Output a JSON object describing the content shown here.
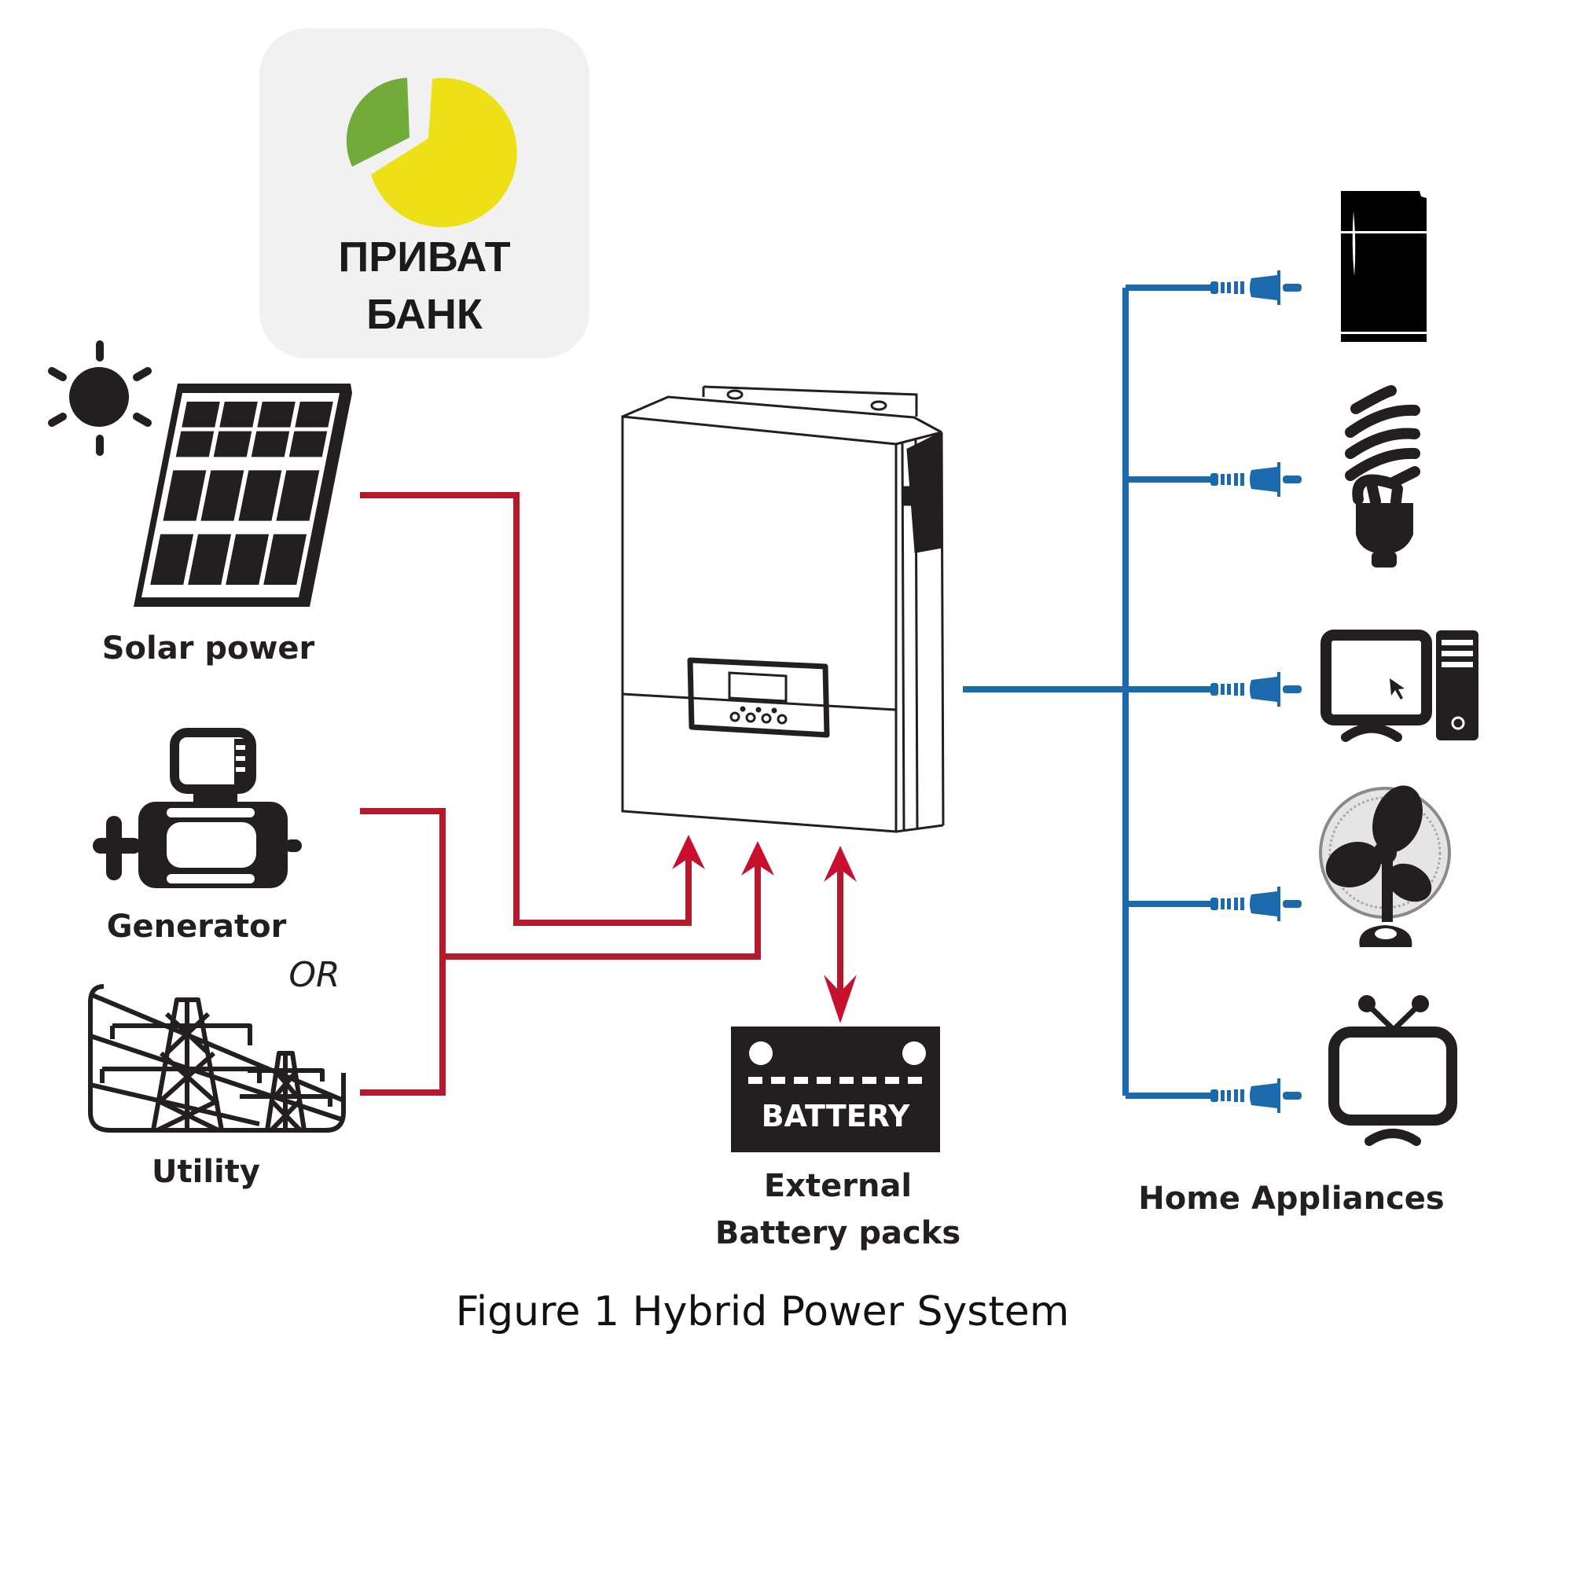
{
  "logo": {
    "line1": "ПРИВАТ",
    "line2": "БАНК",
    "green": "#72ab39",
    "yellow": "#eee016",
    "bg": "#f1f1f1"
  },
  "sources": {
    "solar": {
      "label": "Solar power",
      "icon": "solar-panel-icon"
    },
    "generator": {
      "label": "Generator",
      "icon": "generator-icon"
    },
    "or_label": "OR",
    "utility": {
      "label": "Utility",
      "icon": "power-tower-icon"
    }
  },
  "inverter": {
    "icon": "hybrid-inverter-icon"
  },
  "battery": {
    "badge": "BATTERY",
    "label_line1": "External",
    "label_line2": "Battery packs"
  },
  "appliances": {
    "label": "Home Appliances",
    "items": [
      {
        "name": "refrigerator",
        "icon": "refrigerator-icon"
      },
      {
        "name": "light bulb",
        "icon": "light-bulb-icon"
      },
      {
        "name": "computer",
        "icon": "computer-icon"
      },
      {
        "name": "fan",
        "icon": "fan-icon"
      },
      {
        "name": "television",
        "icon": "tv-icon"
      }
    ]
  },
  "caption": "Figure 1 Hybrid Power System",
  "colors": {
    "input_line": "#b5192b",
    "output_line": "#1b6aad",
    "icon": "#231f20"
  }
}
